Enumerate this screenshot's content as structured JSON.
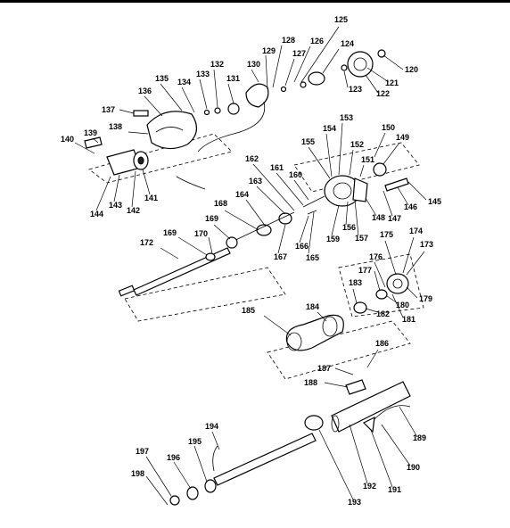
{
  "diagram": {
    "callouts": [
      "120",
      "121",
      "122",
      "123",
      "124",
      "125",
      "126",
      "127",
      "128",
      "129",
      "130",
      "131",
      "132",
      "133",
      "134",
      "135",
      "136",
      "137",
      "138",
      "139",
      "140",
      "141",
      "142",
      "143",
      "144",
      "145",
      "146",
      "147",
      "148",
      "149",
      "150",
      "151",
      "152",
      "153",
      "154",
      "155",
      "156",
      "157",
      "159",
      "160",
      "161",
      "162",
      "163",
      "164",
      "165",
      "166",
      "167",
      "168",
      "169",
      "170",
      "172",
      "173",
      "174",
      "175",
      "176",
      "177",
      "179",
      "180",
      "181",
      "182",
      "183",
      "184",
      "185",
      "186",
      "187",
      "188",
      "189",
      "190",
      "191",
      "192",
      "193",
      "194",
      "195",
      "196",
      "197",
      "198"
    ]
  }
}
